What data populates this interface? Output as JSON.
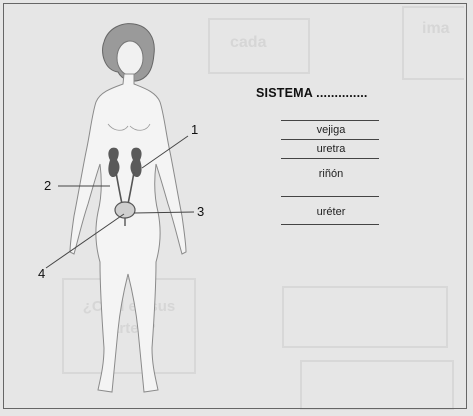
{
  "title": "SISTEMA ..............",
  "callouts": [
    "1",
    "2",
    "3",
    "4"
  ],
  "terms": [
    "vejiga",
    "uretra",
    "riñón",
    "uréter"
  ],
  "background_text": {
    "top_box_1": "cada",
    "top_box_2": "ima",
    "left_box": "¿Cuál es sus partes?"
  },
  "colors": {
    "organ": "#5a5a5a",
    "line": "#444444",
    "paper": "#e6e6e6"
  }
}
